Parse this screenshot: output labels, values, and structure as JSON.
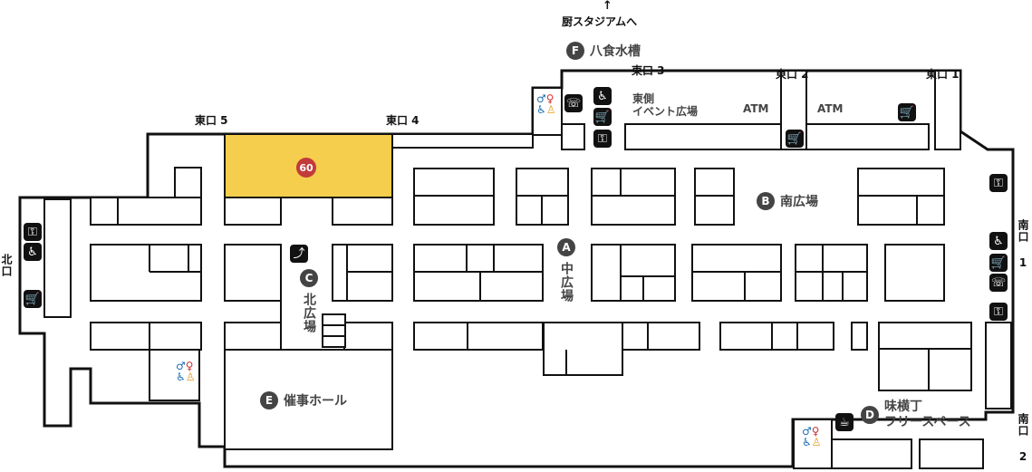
{
  "entrances": {
    "east1": "東口 1",
    "east2": "東口 2",
    "east3": "東口 3",
    "east4": "東口 4",
    "east5": "東口 5",
    "north": "北口",
    "south1": "南口 1",
    "south2": "南口 2"
  },
  "stadium": {
    "arrow": "↑",
    "label": "厨スタジアムへ"
  },
  "zones": {
    "A": {
      "letter": "A",
      "name": "中広場"
    },
    "B": {
      "letter": "B",
      "name": "南広場"
    },
    "C": {
      "letter": "C",
      "name": "北広場"
    },
    "D": {
      "letter": "D",
      "line1": "味横丁",
      "line2": "フリースペース"
    },
    "E": {
      "letter": "E",
      "name": "催事ホール"
    },
    "F": {
      "letter": "F",
      "name": "八食水槽"
    }
  },
  "east_plaza": {
    "line1": "東側",
    "line2": "イベント広場"
  },
  "atm": [
    "ATM",
    "ATM"
  ],
  "highlight": {
    "number": "60",
    "color": "#f5ce4d"
  },
  "colors": {
    "badge": "#444444",
    "highlight_marker": "#c33a3a",
    "male": "#1b6fb3",
    "female": "#d33030"
  }
}
